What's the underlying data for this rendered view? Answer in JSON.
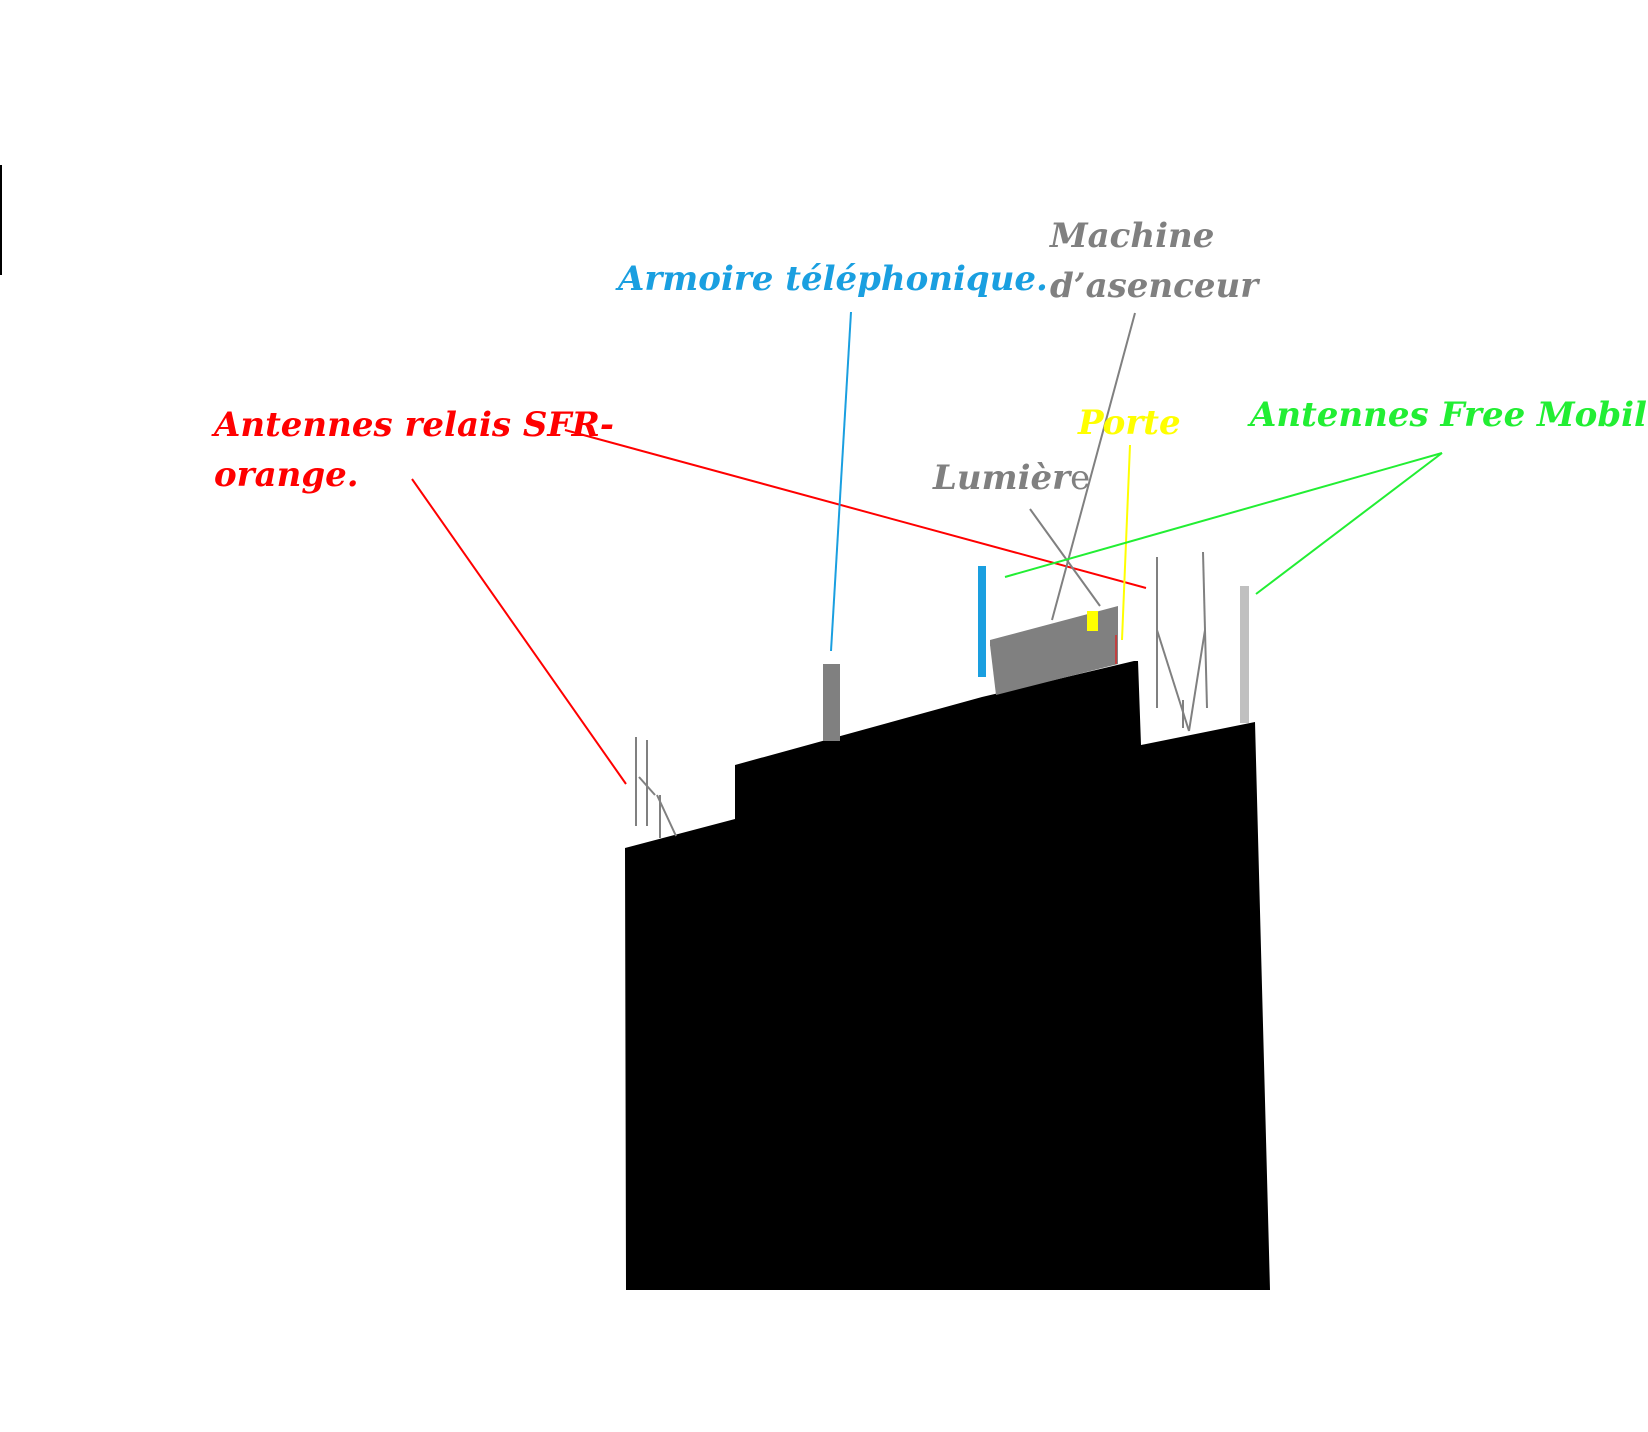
{
  "colors": {
    "background": "#ffffff",
    "building": "#000000",
    "sfr_orange": "#ff0000",
    "armoire": "#1a9fe0",
    "machine": "#808080",
    "porte": "#ffff00",
    "lumiere": "#808080",
    "free_mobile": "#22ee33",
    "free_antenna": "#c0c0c0"
  },
  "labels": {
    "sfr_line1": "Antennes relais SFR-",
    "sfr_line2": "orange.",
    "armoire": "Armoire téléphonique.",
    "machine_line1": "Machine",
    "machine_line2": "d’asenceur",
    "porte": "Porte",
    "lumiere_main": "Lumièr",
    "lumiere_last": "e",
    "free": "Antennes Free Mobile."
  },
  "elements": {
    "building": "building",
    "sfr_antennas": "sfr-orange-antennas",
    "armoire": "telephone-cabinet",
    "machine": "elevator-machine-room",
    "porte": "door",
    "lumiere": "light",
    "free_antennas": "free-mobile-antennas"
  }
}
